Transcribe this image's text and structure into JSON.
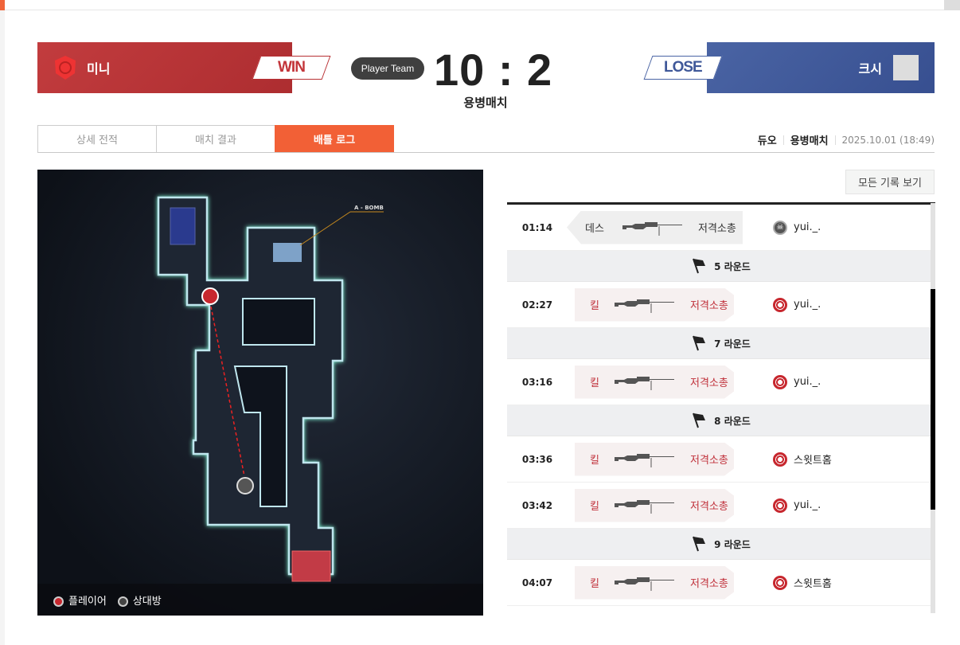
{
  "header": {
    "red_team": {
      "name": "미니",
      "result": "WIN"
    },
    "blue_team": {
      "name": "크시",
      "result": "LOSE"
    },
    "badge": "Player Team",
    "score": "10 : 2",
    "mode": "용병매치"
  },
  "tabs": [
    {
      "label": "상세 전적"
    },
    {
      "label": "매치 결과"
    },
    {
      "label": "배틀 로그",
      "active": true
    }
  ],
  "meta": {
    "type": "듀오",
    "mode": "용병매치",
    "datetime": "2025.10.01 (18:49)"
  },
  "view_all_label": "모든 기록 보기",
  "map": {
    "bomb_label": "A - BOMB",
    "legend": {
      "player": "플레이어",
      "enemy": "상대방"
    }
  },
  "log": [
    {
      "kind": "event",
      "time": "01:14",
      "action": "데스",
      "weapon": "저격소총",
      "target": "yui._.",
      "result": "death"
    },
    {
      "kind": "round",
      "label": "5 라운드"
    },
    {
      "kind": "event",
      "time": "02:27",
      "action": "킬",
      "weapon": "저격소총",
      "target": "yui._.",
      "result": "kill"
    },
    {
      "kind": "round",
      "label": "7 라운드"
    },
    {
      "kind": "event",
      "time": "03:16",
      "action": "킬",
      "weapon": "저격소총",
      "target": "yui._.",
      "result": "kill"
    },
    {
      "kind": "round",
      "label": "8 라운드"
    },
    {
      "kind": "event",
      "time": "03:36",
      "action": "킬",
      "weapon": "저격소총",
      "target": "스윗트홈",
      "result": "kill"
    },
    {
      "kind": "event",
      "time": "03:42",
      "action": "킬",
      "weapon": "저격소총",
      "target": "yui._.",
      "result": "kill"
    },
    {
      "kind": "round",
      "label": "9 라운드"
    },
    {
      "kind": "event",
      "time": "04:07",
      "action": "킬",
      "weapon": "저격소총",
      "target": "스윗트홈",
      "result": "kill"
    }
  ],
  "colors": {
    "accent": "#f26036",
    "red": "#b83034",
    "blue": "#3f5899"
  }
}
